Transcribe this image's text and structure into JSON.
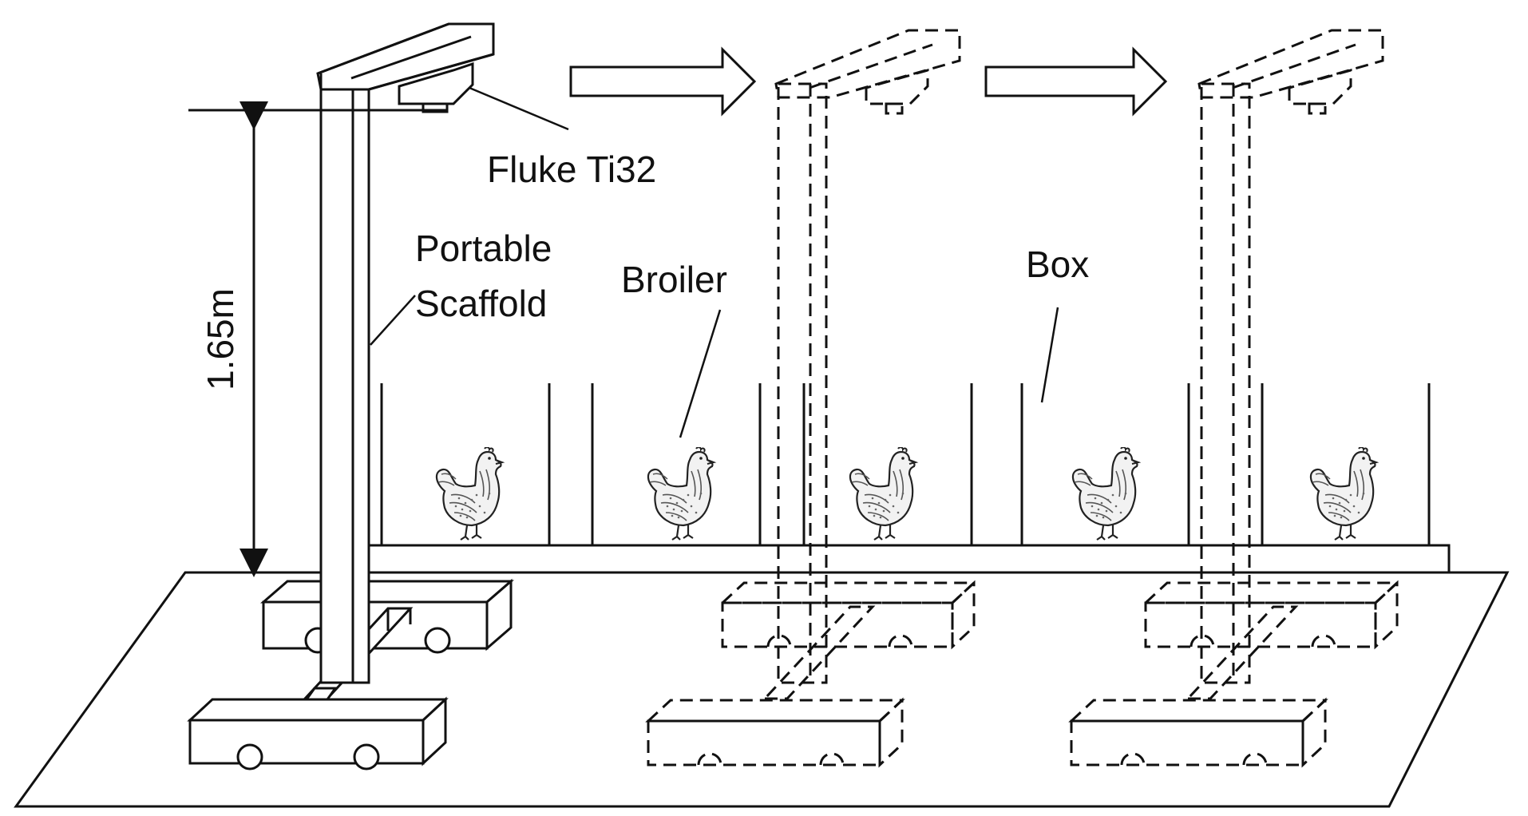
{
  "labels": {
    "camera": "Fluke Ti32",
    "scaffold_line1": "Portable",
    "scaffold_line2": "Scaffold",
    "height": "1.65m",
    "broiler": "Broiler",
    "box": "Box"
  },
  "positions": [
    {
      "name": "scaffold-position-1",
      "style": "solid"
    },
    {
      "name": "scaffold-position-2",
      "style": "dashed"
    },
    {
      "name": "scaffold-position-3",
      "style": "dashed"
    }
  ],
  "broiler_count": 5,
  "compartment_count": 5,
  "movement_arrows": 2,
  "colors": {
    "line": "#111111",
    "background": "#ffffff"
  }
}
